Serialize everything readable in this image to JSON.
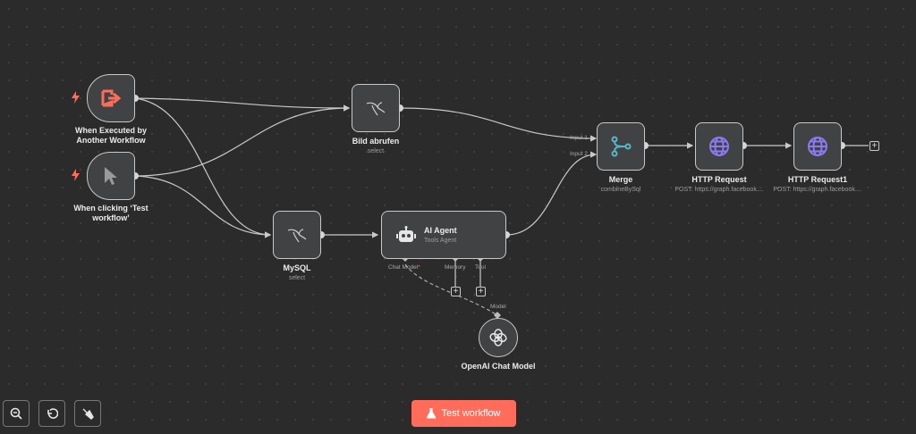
{
  "colors": {
    "accent": "#ff6d5a",
    "background": "#2b2b2b",
    "node": "#414244"
  },
  "nodes": {
    "exec_trigger": {
      "title": "When Executed by Another Workflow",
      "icon": "sign-in-icon"
    },
    "click_trigger": {
      "title": "When clicking ‘Test workflow’",
      "icon": "mouse-pointer-icon"
    },
    "bild": {
      "title": "Bild abrufen",
      "subtitle": "select",
      "icon": "mysql-dolphin-icon"
    },
    "mysql": {
      "title": "MySQL",
      "subtitle": "select",
      "icon": "mysql-dolphin-icon"
    },
    "agent": {
      "title": "AI Agent",
      "subtitle": "Tools Agent",
      "icon": "robot-icon",
      "ports": {
        "chat_model": "Chat Model",
        "chat_model_required": "*",
        "memory": "Memory",
        "tool": "Tool"
      }
    },
    "merge": {
      "title": "Merge",
      "subtitle": "combineBySql",
      "icon": "merge-icon",
      "input1": "Input 1",
      "input2": "Input 2"
    },
    "http1": {
      "title": "HTTP Request",
      "subtitle": "POST: https://graph.facebook....",
      "icon": "globe-icon"
    },
    "http2": {
      "title": "HTTP Request1",
      "subtitle": "POST: https://graph.facebook....",
      "icon": "globe-icon"
    },
    "openai": {
      "title": "OpenAI Chat Model",
      "port": "Model",
      "icon": "openai-icon"
    }
  },
  "controls": {
    "zoom_out": "zoom-out-icon",
    "undo": "undo-icon",
    "tidy": "broom-icon"
  },
  "test_button": {
    "label": "Test workflow",
    "icon": "flask-icon"
  }
}
